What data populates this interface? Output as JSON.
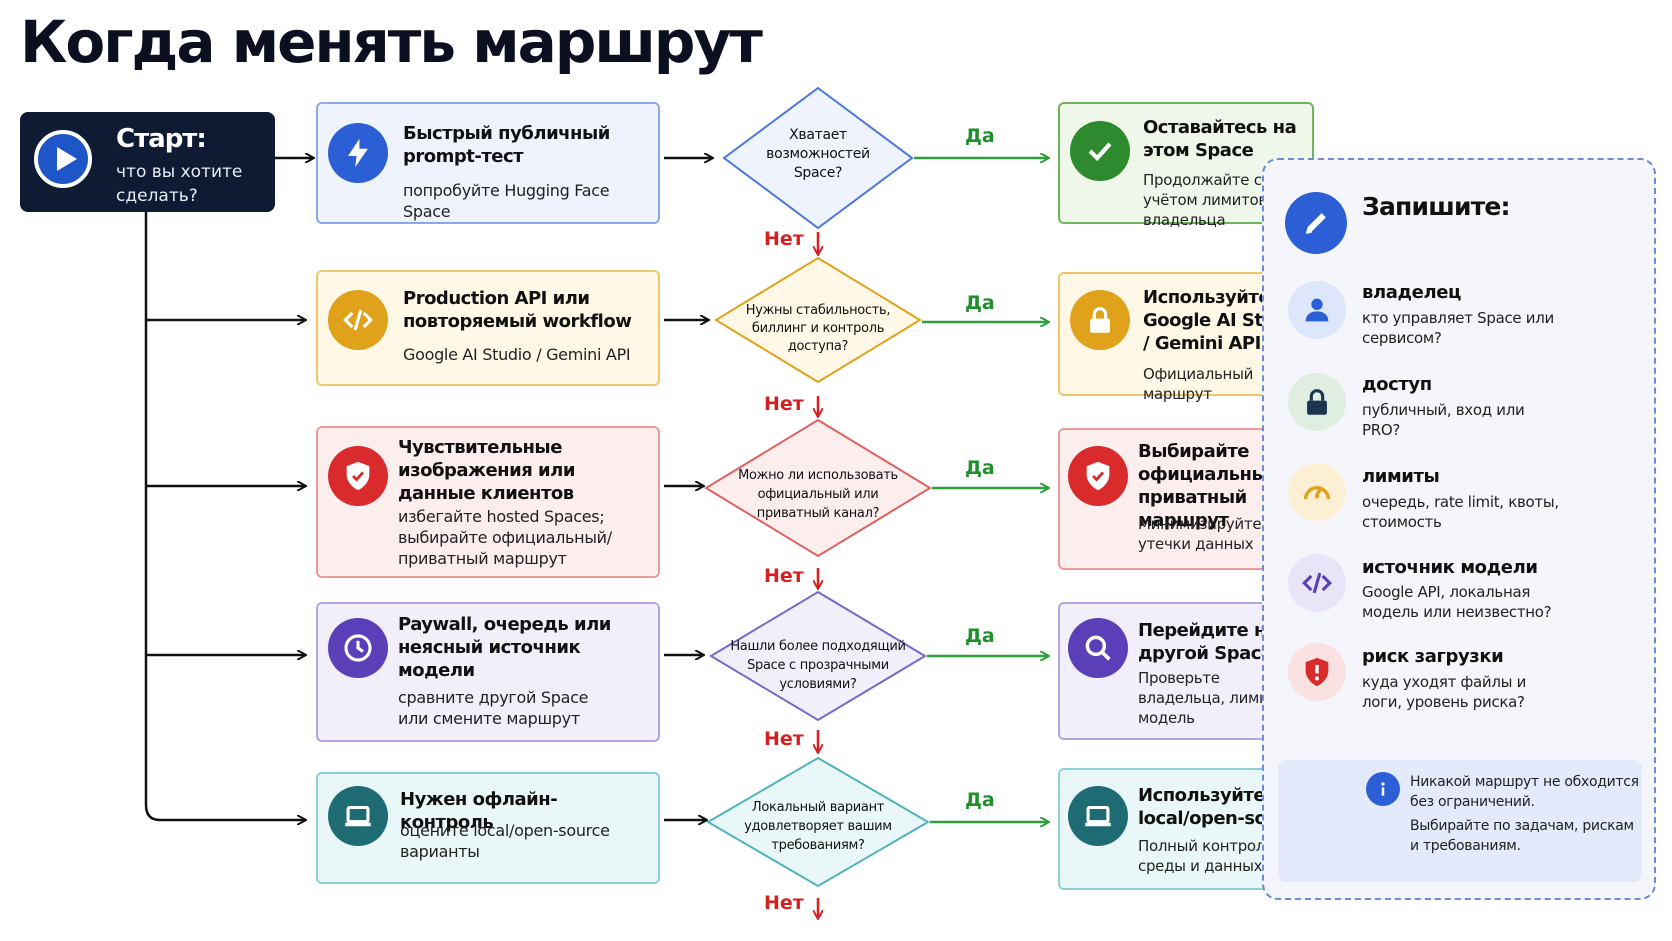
{
  "title": "Когда менять маршрут",
  "start": {
    "title": "Старт:",
    "subtitle": "что вы хотите сделать?"
  },
  "rows": [
    {
      "box_title": "Быстрый публичный prompt-тест",
      "box_sub": "попробуйте Hugging Face Space",
      "question": "Хватает возможностей Space?",
      "yes_label": "Да",
      "no_label": "Нет",
      "result_title": "Оставайтесь на этом Space",
      "result_sub": "Продолжайте с учётом лимитов владельца"
    },
    {
      "box_title": "Production API или повторяемый workflow",
      "box_sub": "Google AI Studio / Gemini API",
      "question": "Нужны стабильность, биллинг и контроль доступа?",
      "yes_label": "Да",
      "no_label": "Нет",
      "result_title": "Используйте Google AI Studio / Gemini API",
      "result_sub": "Официальный маршрут"
    },
    {
      "box_title": "Чувствительные изображения или данные клиентов",
      "box_sub": "избегайте hosted Spaces; выбирайте официальный/приватный маршрут",
      "question": "Можно ли использовать официальный или приватный канал?",
      "yes_label": "Да",
      "no_label": "Нет",
      "result_title": "Выбирайте официальный/приватный маршрут",
      "result_sub": "Минимизируйте риск утечки данных"
    },
    {
      "box_title": "Paywall, очередь или неясный источник модели",
      "box_sub": "сравните другой Space или смените маршрут",
      "question": "Нашли более подходящий Space с прозрачными условиями?",
      "yes_label": "Да",
      "no_label": "Нет",
      "result_title": "Перейдите на другой Space",
      "result_sub": "Проверьте владельца, лимиты и модель"
    },
    {
      "box_title": "Нужен офлайн-контроль",
      "box_sub": "оцените local/open-source варианты",
      "question": "Локальный вариант удовлетворяет вашим требованиям?",
      "yes_label": "Да",
      "no_label": "Нет",
      "result_title": "Используйте local/open-source",
      "result_sub": "Полный контроль среды и данных"
    }
  ],
  "side_panel": {
    "title": "Запишите:",
    "items": [
      {
        "title": "владелец",
        "sub": "кто управляет Space или сервисом?",
        "icon": "user-icon"
      },
      {
        "title": "доступ",
        "sub": "публичный, вход или PRO?",
        "icon": "lock-icon"
      },
      {
        "title": "лимиты",
        "sub": "очередь, rate limit, квоты, стоимость",
        "icon": "gauge-icon"
      },
      {
        "title": "источник модели",
        "sub": "Google API, локальная модель или неизвестно?",
        "icon": "code-icon"
      },
      {
        "title": "риск загрузки",
        "sub": "куда уходят файлы и логи, уровень риска?",
        "icon": "shield-alert-icon"
      }
    ],
    "note_line1": "Никакой маршрут не обходится без ограничений.",
    "note_line2": "Выбирайте по задачам, рискам и требованиям."
  },
  "colors": {
    "blue": "#2c5fd6",
    "yellow": "#e0a21a",
    "red": "#d92b2b",
    "purple": "#5a3fb8",
    "teal": "#1f6b73",
    "green": "#2e9e3c",
    "dark": "#0f1a33"
  }
}
